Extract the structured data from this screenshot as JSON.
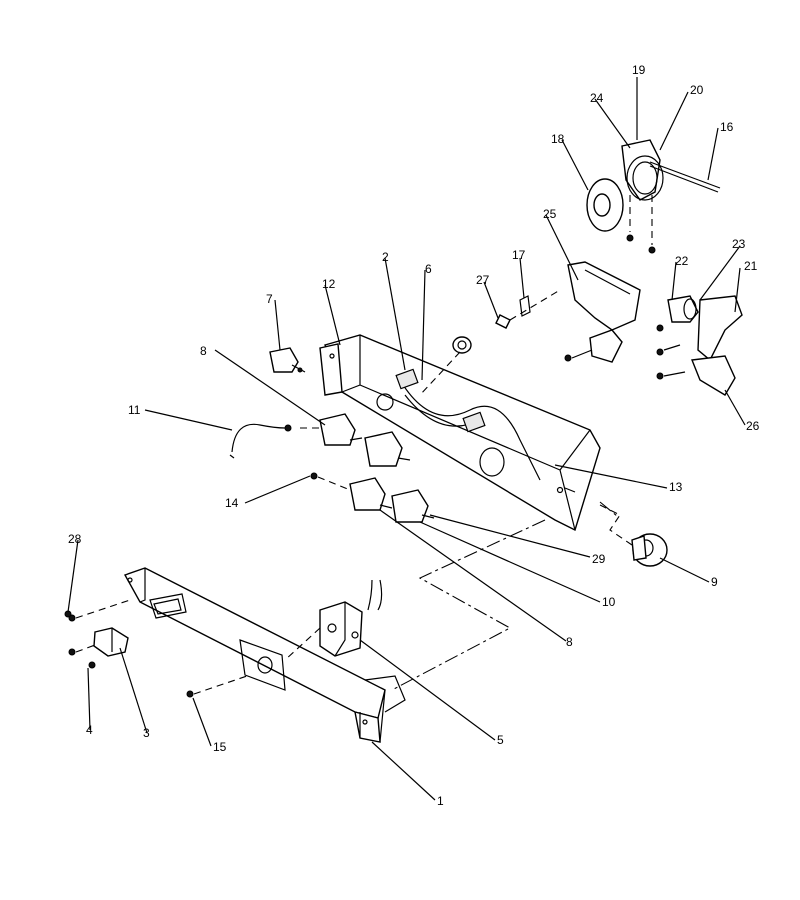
{
  "diagram": {
    "callouts": [
      "19",
      "20",
      "24",
      "16",
      "18",
      "25",
      "22",
      "23",
      "21",
      "2",
      "6",
      "17",
      "27",
      "12",
      "7",
      "8",
      "11",
      "26",
      "13",
      "14",
      "29",
      "28",
      "9",
      "10",
      "8",
      "3",
      "4",
      "5",
      "15",
      "1"
    ]
  }
}
